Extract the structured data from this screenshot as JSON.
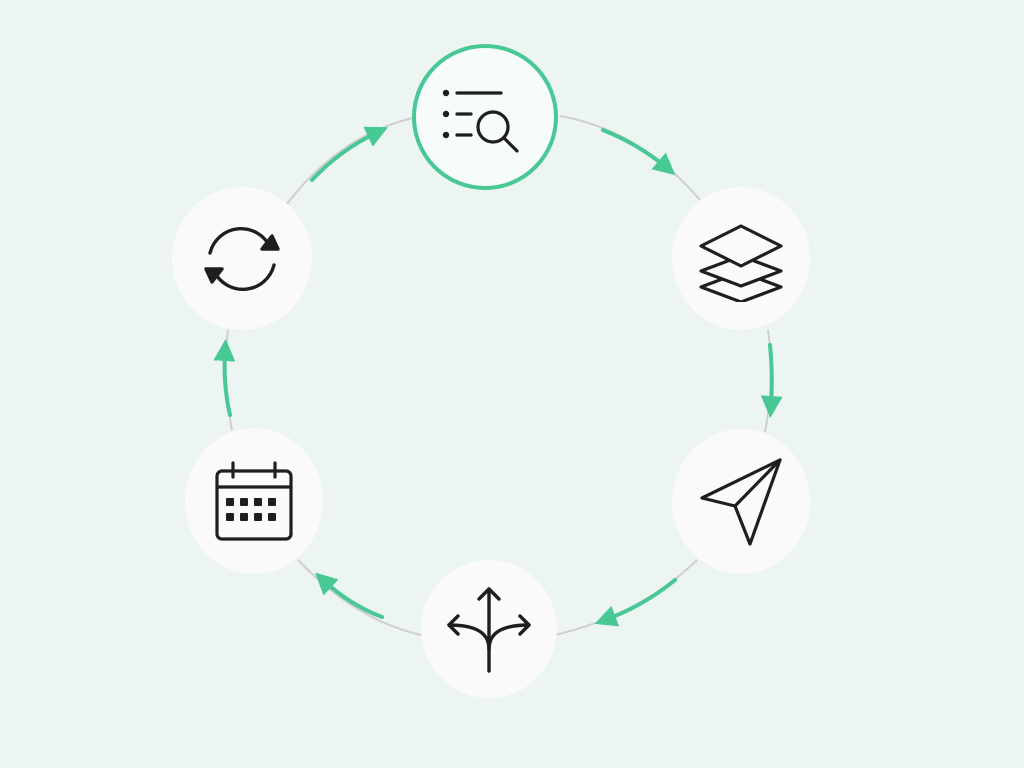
{
  "diagram": {
    "type": "cycle",
    "colors": {
      "background": "#ECF5F2",
      "accent": "#48C894",
      "connector": "#CFCFCF",
      "node_fill": "#FAFAFA",
      "icon_stroke": "#1E1E1E"
    },
    "nodes": [
      {
        "id": "discover",
        "icon": "list-search-icon",
        "active": true
      },
      {
        "id": "layers",
        "icon": "layers-icon",
        "active": false
      },
      {
        "id": "send",
        "icon": "paper-plane-icon",
        "active": false
      },
      {
        "id": "branch",
        "icon": "split-arrows-icon",
        "active": false
      },
      {
        "id": "schedule",
        "icon": "calendar-icon",
        "active": false
      },
      {
        "id": "iterate",
        "icon": "refresh-icon",
        "active": false
      }
    ],
    "flow_direction": "clockwise"
  }
}
